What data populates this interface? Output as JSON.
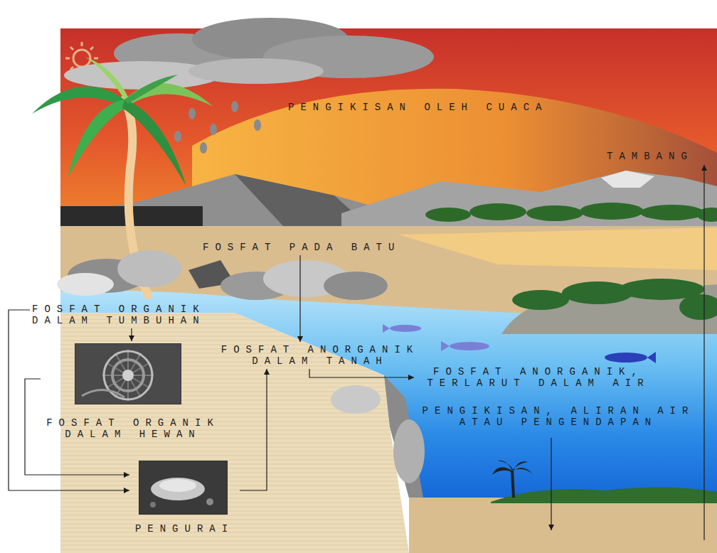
{
  "diagram": {
    "nodes": [
      {
        "text": [
          "FOSFAT PADA BATU"
        ]
      },
      {
        "text": [
          "FOSFAT ORGANIK DALAM TUMBUHAN"
        ]
      },
      {
        "text": [
          "FOSFAT ANORGANIK DALAM TANAH"
        ]
      },
      {
        "text": [
          "FOSFAT ANORGANIK, TERLARUT DALAM AIR"
        ]
      },
      {
        "text": [
          "FOSFAT ORGANIK DALAM HEWAN"
        ]
      },
      {
        "text": [
          "PENGURAI"
        ]
      }
    ],
    "edges": [
      {
        "from": 1,
        "to": 4,
        "arrow": "to"
      },
      {
        "from": 1,
        "to": 5,
        "arrow": "to"
      },
      {
        "from": 4,
        "to": 5,
        "arrow": "to"
      },
      {
        "from": 5,
        "to": 2,
        "arrow": "to"
      },
      {
        "from": 0,
        "to": 2,
        "arrow": "to"
      },
      {
        "from": 2,
        "to": 3,
        "arrow": "to"
      }
    ],
    "labels": [
      "PENGIKISAN OLEH CUACA",
      "TAMBANG",
      "PENGIKISAN, ALIRAN AIR ATAU PENGENDAPAN"
    ]
  }
}
